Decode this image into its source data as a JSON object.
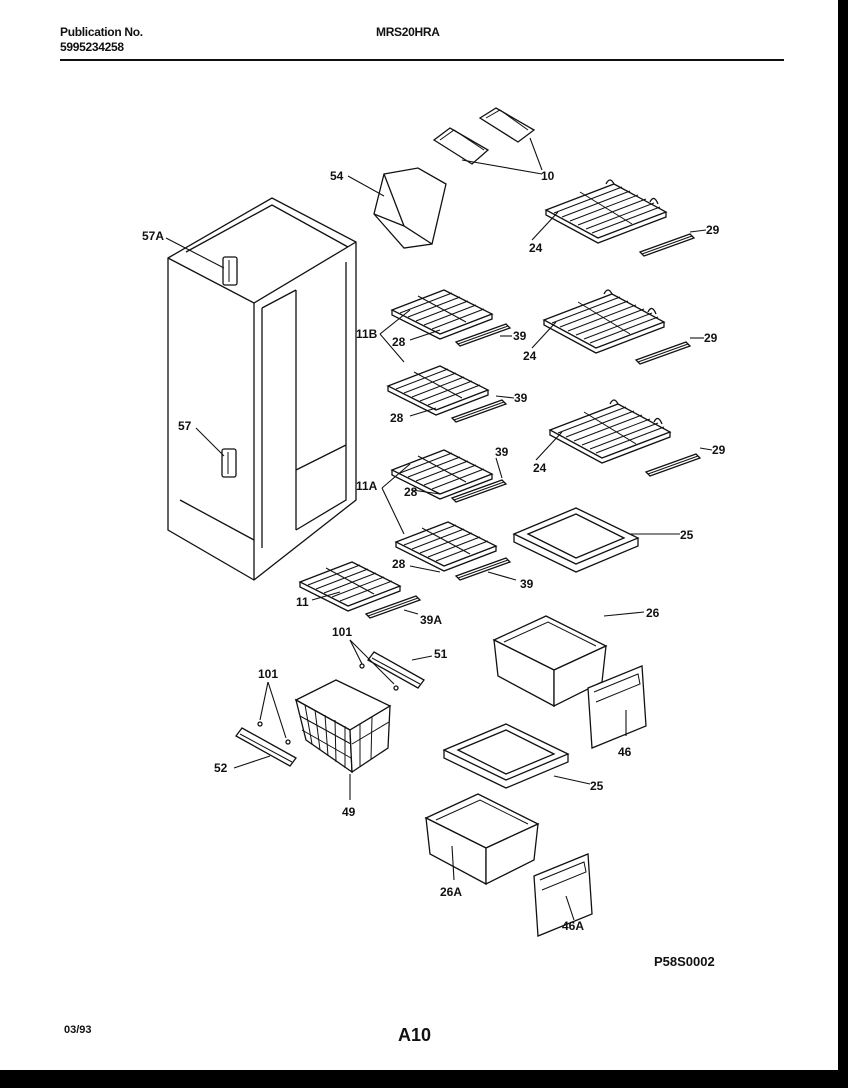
{
  "header": {
    "publication_label": "Publication No.",
    "publication_number": "5995234258",
    "model": "MRS20HRA"
  },
  "callouts": {
    "c54": "54",
    "c10": "10",
    "c24a": "24",
    "c29a": "29",
    "c57a": "57A",
    "c11b": "11B",
    "c28a": "28",
    "c39a": "39",
    "c24b": "24",
    "c29b": "29",
    "c28b": "28",
    "c39b": "39",
    "c57": "57",
    "c24c": "24",
    "c29c": "29",
    "c39c": "39",
    "c11a": "11A",
    "c28c": "28",
    "c25a": "25",
    "c28d": "28",
    "c39d": "39",
    "c11": "11",
    "c39e": "39A",
    "c26": "26",
    "c101a": "101",
    "c51": "51",
    "c101b": "101",
    "c46": "46",
    "c52": "52",
    "c49": "49",
    "c25b": "25",
    "c26a": "26A",
    "c46a": "46A"
  },
  "figure_code": "P58S0002",
  "footer": {
    "date": "03/93",
    "page": "A10"
  }
}
